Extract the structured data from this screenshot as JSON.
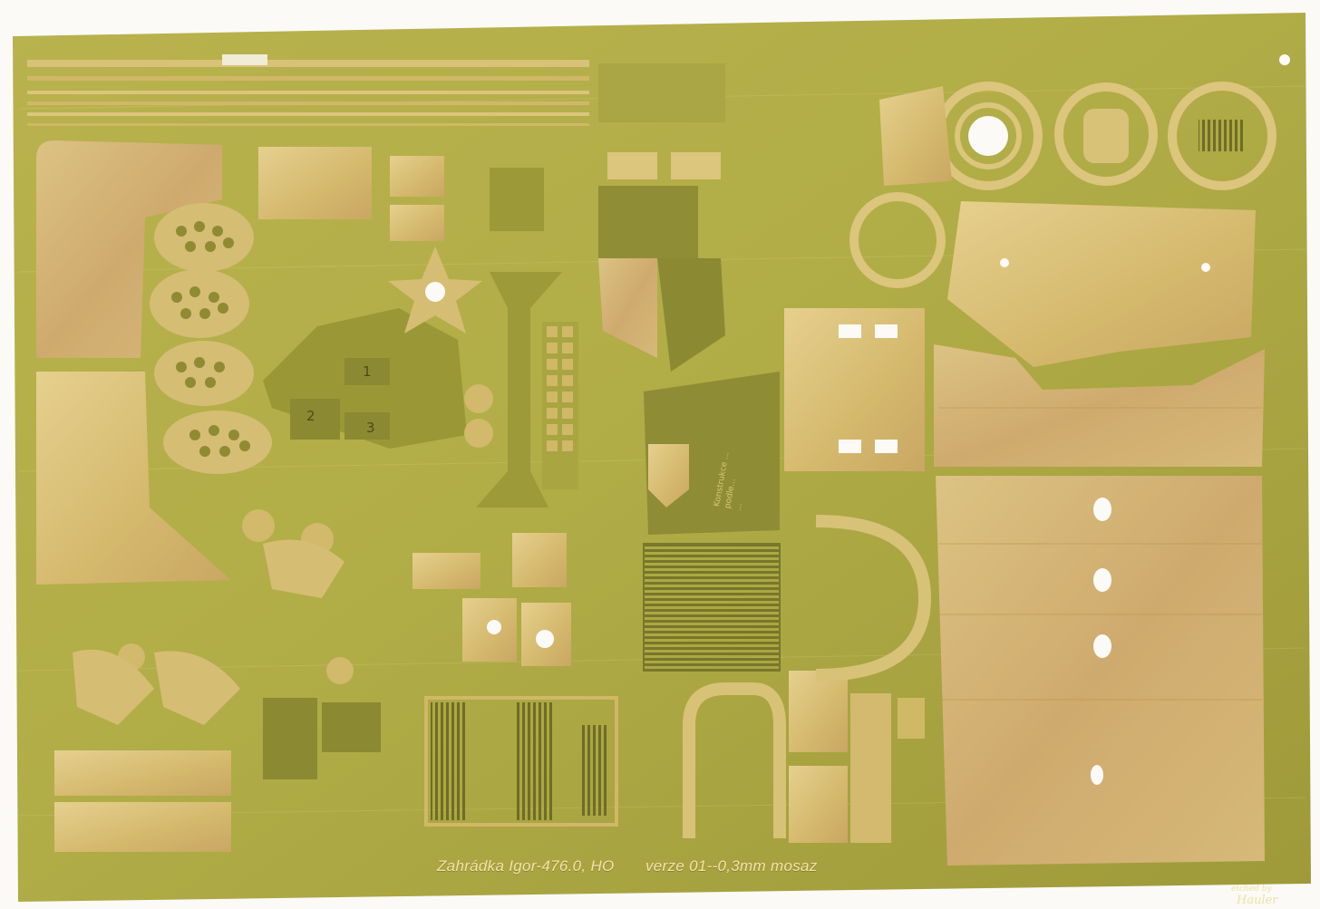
{
  "photo": {
    "subject": "photo-etched brass sheet",
    "colors": {
      "background": "#fbfaf7",
      "fret": "#b3b04a",
      "fret_dark": "#8f8c34",
      "part_gold": "#d8be72",
      "part_gold_light": "#e4cd8a",
      "part_copper": "#c9a46a"
    }
  },
  "sheet_caption": {
    "title": "Zahrádka Igor-476.0, HO",
    "version": "verze 01--0,3mm mosaz"
  },
  "part_numbers": [
    "1",
    "2",
    "3"
  ],
  "inscription": [
    "Konstrukce ...",
    "podle...",
    "..."
  ],
  "brand": {
    "line1": "etched by",
    "line2": "Hauler"
  }
}
